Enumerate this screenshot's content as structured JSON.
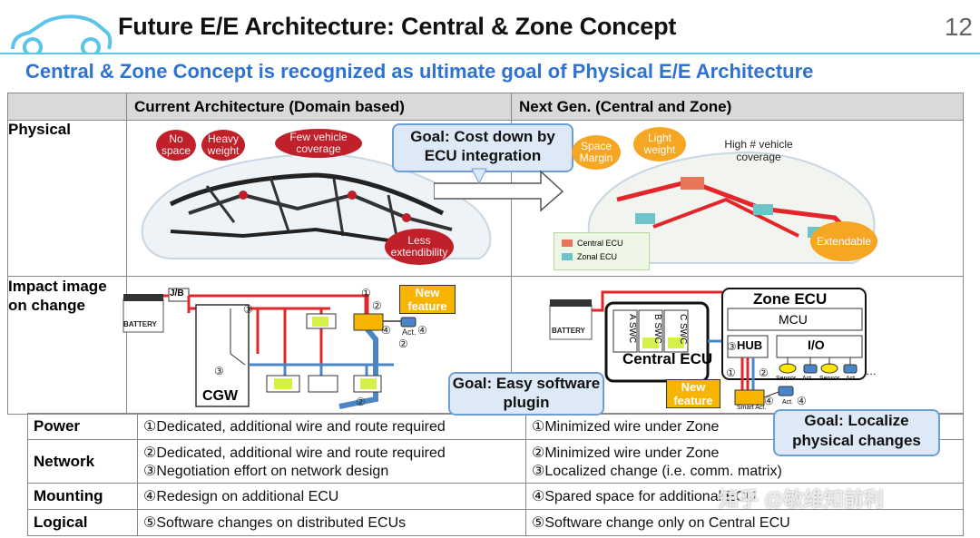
{
  "slide": {
    "title": "Future E/E Architecture: Central & Zone Concept",
    "page_number": "12",
    "subtitle": "Central & Zone Concept is recognized as ultimate goal of Physical E/E Architecture"
  },
  "table": {
    "col_headers": [
      "Current Architecture (Domain based)",
      "Next Gen. (Central and Zone)"
    ],
    "physical_label": "Physical",
    "impact_label": "Impact image on change",
    "rows": [
      {
        "label": "Power",
        "current": "①Dedicated, additional wire and route required",
        "next": "①Minimized wire under Zone"
      },
      {
        "label": "Network",
        "current": "②Dedicated, additional wire and route required",
        "current2": "③Negotiation effort on network design",
        "next": "②Minimized wire under Zone",
        "next2": "③Localized change (i.e. comm. matrix)"
      },
      {
        "label": "Mounting",
        "current": "④Redesign on additional ECU",
        "next": "④Spared space for additional ECU"
      },
      {
        "label": "Logical",
        "current": "⑤Software changes on distributed ECUs",
        "next": "⑤Software change only on Central ECU"
      }
    ]
  },
  "physical": {
    "current_clouds": [
      "No space",
      "Heavy weight",
      "Few vehicle coverage",
      "Less extendibility"
    ],
    "next_clouds": [
      "Space Margin",
      "Light weight",
      "High # vehicle coverage",
      "Extendable"
    ],
    "goal_cost": "Goal: Cost down by ECU integration",
    "legend": [
      "Central ECU",
      "Zonal ECU"
    ]
  },
  "impact": {
    "battery_label": "BATTERY",
    "jb_label": "J/B",
    "cgw_label": "CGW",
    "new_feature": "New feature",
    "act_label": "Act.",
    "five": "⑤",
    "one": "①",
    "two": "②",
    "three": "③",
    "four": "④",
    "zone_ecu": "Zone ECU",
    "mcu": "MCU",
    "hub": "HUB",
    "io": "I/O",
    "sensor": "Sensor",
    "central_ecu": "Central ECU",
    "swc": [
      "A SWC",
      "B SWC",
      "C SWC"
    ],
    "smart_act": "Smart Act.",
    "ellipsis": "…",
    "goal_software": "Goal: Easy software plugin",
    "goal_localize": "Goal: Localize physical changes"
  },
  "watermark": "知乎 @敏维知前利",
  "colors": {
    "accent_blue": "#2e73d1",
    "power_red": "#e3262b",
    "network_blue": "#4a86c5",
    "goal_fill": "#dde9f6",
    "new_feature": "#f7b500"
  }
}
